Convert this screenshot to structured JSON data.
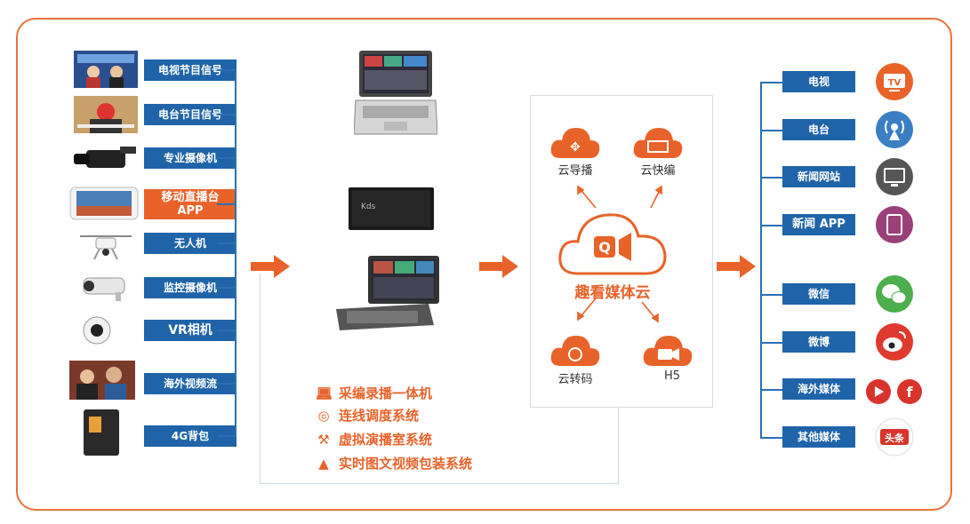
{
  "sources": [
    {
      "label": "电视节目信号",
      "icon": "tv-broadcast-thumb"
    },
    {
      "label": "电台节目信号",
      "icon": "radio-studio-thumb"
    },
    {
      "label": "专业摄像机",
      "icon": "pro-camera-thumb"
    },
    {
      "label": "移动直播台\nAPP",
      "icon": "mobile-app-thumb"
    },
    {
      "label": "无人机",
      "icon": "drone-thumb"
    },
    {
      "label": "监控摄像机",
      "icon": "cctv-camera-thumb"
    },
    {
      "label": "VR相机",
      "icon": "vr-camera-thumb"
    },
    {
      "label": "海外视频流",
      "icon": "overseas-stream-thumb"
    },
    {
      "label": "4G背包",
      "icon": "4g-backpack-thumb"
    }
  ],
  "devices": {
    "rack_brand": "Kds"
  },
  "systems": [
    {
      "label": "采编录播一体机",
      "icon": "laptop-icon"
    },
    {
      "label": "连线调度系统",
      "icon": "dispatch-icon"
    },
    {
      "label": "虚拟演播室系统",
      "icon": "virtual-studio-icon"
    },
    {
      "label": "实时图文视频包装系统",
      "icon": "graphics-icon"
    }
  ],
  "cloud": {
    "center_label": "趣看媒体云",
    "services": [
      {
        "label": "云导播",
        "icon": "cloud-director-icon"
      },
      {
        "label": "云快编",
        "icon": "cloud-edit-icon"
      },
      {
        "label": "云转码",
        "icon": "cloud-transcode-icon"
      },
      {
        "label": "H5",
        "icon": "h5-camera-icon"
      }
    ]
  },
  "outputs": [
    {
      "label": "电视",
      "icon": "tv-icon",
      "color": "#e8632a"
    },
    {
      "label": "电台",
      "icon": "radio-icon",
      "color": "#3a7fc4"
    },
    {
      "label": "新闻网站",
      "icon": "monitor-icon",
      "color": "#555555"
    },
    {
      "label": "新闻 APP",
      "icon": "tablet-icon",
      "color": "#9b3f7a"
    },
    {
      "label": "微信",
      "icon": "wechat-icon",
      "color": "#4cae4c"
    },
    {
      "label": "微博",
      "icon": "weibo-icon",
      "color": "#e03a2f"
    },
    {
      "label": "海外媒体",
      "icon": "youtube-facebook-icon",
      "color": "#d9342b"
    },
    {
      "label": "其他媒体",
      "icon": "toutiao-icon",
      "color": "#d9342b"
    }
  ],
  "output_icon_text": {
    "tv": "TV",
    "toutiao": "头条"
  },
  "colors": {
    "accent": "#e8632a",
    "blue": "#1f64a8"
  }
}
